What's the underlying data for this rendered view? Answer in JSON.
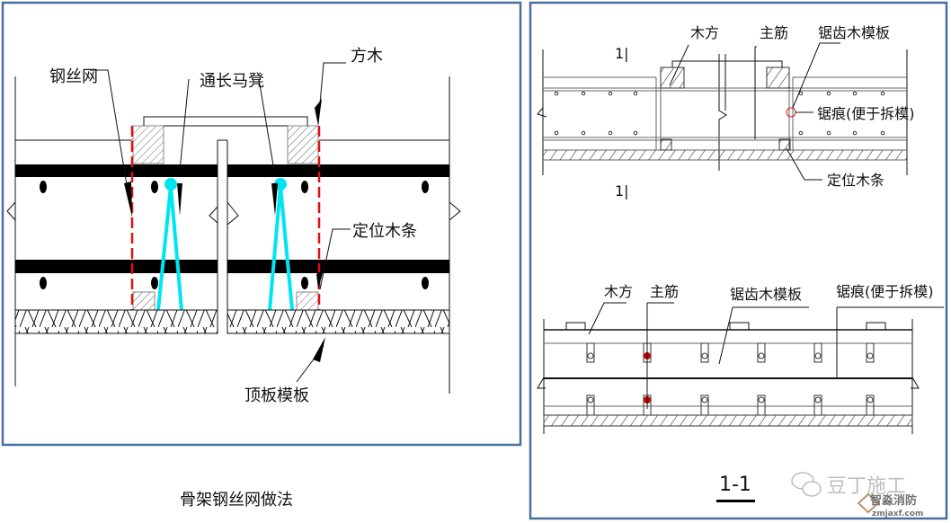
{
  "left_panel": {
    "labels": {
      "wire_mesh": "钢丝网",
      "long_stool": "通长马凳",
      "square_timber": "方木",
      "positioning_strip": "定位木条",
      "roof_formwork": "顶板模板"
    },
    "caption": "骨架钢丝网做法"
  },
  "right_panel": {
    "plan": {
      "section_mark_top": "1|",
      "section_mark_bottom": "1|",
      "labels": {
        "timber": "木方",
        "main_rebar": "主筋",
        "sawtooth_formwork": "锯齿木模板",
        "saw_mark": "锯痕(便于拆模)",
        "positioning_strip": "定位木条"
      }
    },
    "section": {
      "labels": {
        "timber": "木方",
        "main_rebar": "主筋",
        "sawtooth_formwork": "锯齿木模板",
        "saw_mark": "锯痕(便于拆模)"
      },
      "title": "1-1"
    },
    "watermark": {
      "brand": "豆丁施工",
      "logo_name": "智淼消防",
      "logo_url": "zmjaxf.com"
    }
  },
  "colors": {
    "frame": "#4a6e9e",
    "mesh": "#e01010",
    "stool": "#00e5f0",
    "rebar_highlight": "#cc0000"
  }
}
